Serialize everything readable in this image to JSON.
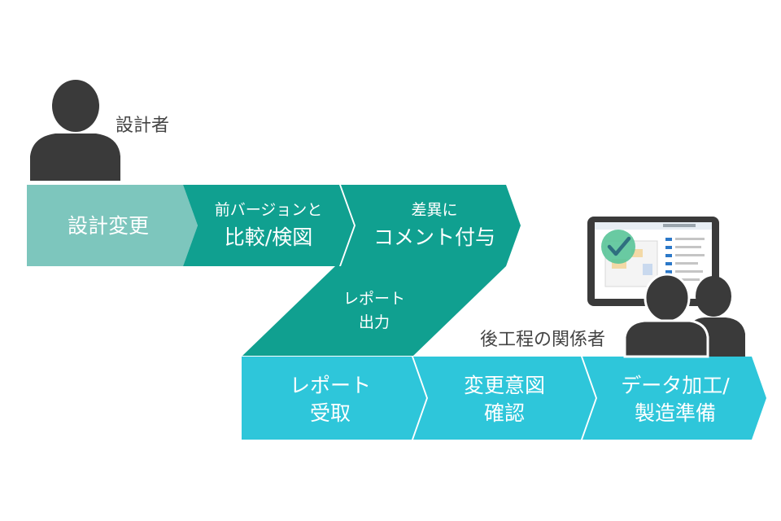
{
  "actors": {
    "designer_label": "設計者",
    "downstream_label": "後工程の関係者"
  },
  "steps": {
    "design_change": "設計変更",
    "compare_line1": "前バージョンと",
    "compare_line2": "比較/検図",
    "comment_line1": "差異に",
    "comment_line2": "コメント付与",
    "report_out_line1": "レポート",
    "report_out_line2": "出力",
    "report_in_line1": "レポート",
    "report_in_line2": "受取",
    "intent_line1": "変更意図",
    "intent_line2": "確認",
    "process_line1": "データ加工/",
    "process_line2": "製造準備"
  },
  "colors": {
    "light_teal": "#7dc6bd",
    "teal": "#10a090",
    "cyan": "#2ec6da",
    "person": "#3a3a3a",
    "check": "#5cc59a"
  }
}
